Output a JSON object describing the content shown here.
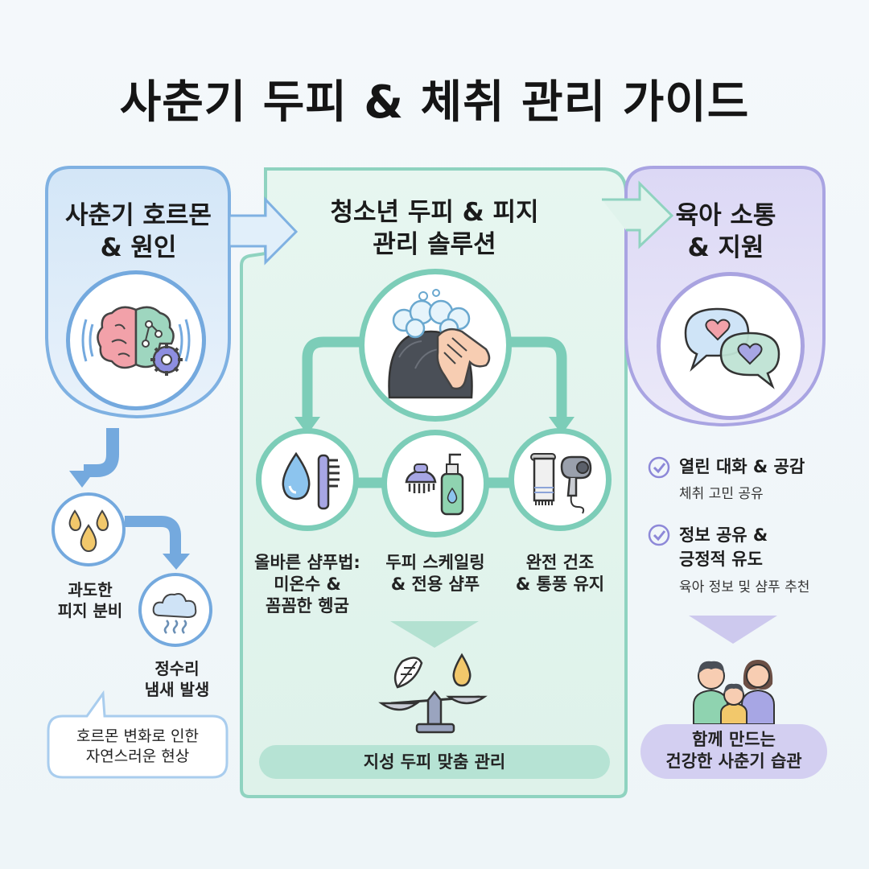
{
  "title": "사춘기 두피 & 체취 관리 가이드",
  "left_panel": {
    "title_lines": [
      "사춘기 호르몬",
      "& 원인"
    ],
    "icon": "brain-gear-icon",
    "effects": [
      {
        "lines": [
          "과도한",
          "피지 분비"
        ],
        "icon": "oil-drops-icon"
      },
      {
        "lines": [
          "정수리",
          "냄새 발생"
        ],
        "icon": "odor-cloud-icon"
      }
    ],
    "note_lines": [
      "호르몬 변화로 인한",
      "자연스러운 현상"
    ]
  },
  "middle_panel": {
    "title_lines": [
      "청소년 두피 & 피지",
      "관리 솔루션"
    ],
    "icon": "shampoo-wash-icon",
    "steps": [
      {
        "lines": [
          "올바른 샴푸법:",
          "미온수 &",
          "꼼꼼한 헹굼"
        ],
        "icon": "water-comb-icon"
      },
      {
        "lines": [
          "두피 스케일링",
          "& 전용 샴푸"
        ],
        "icon": "scalp-brush-shampoo-icon"
      },
      {
        "lines": [
          "완전 건조",
          "& 통풍 유지"
        ],
        "icon": "towel-dryer-icon"
      }
    ],
    "balance_icon": "balance-scale-icon",
    "footer": "지성 두피 맞춤 관리"
  },
  "right_panel": {
    "title_lines": [
      "육아 소통",
      "& 지원"
    ],
    "icon": "heart-chat-bubbles-icon",
    "checklist": [
      {
        "title_lines": [
          "열린 대화 & 공감"
        ],
        "sub": "체취 고민 공유"
      },
      {
        "title_lines": [
          "정보 공유 &",
          "긍정적 유도"
        ],
        "sub": "육아 정보 및 샴푸 추천"
      }
    ],
    "family_icon": "family-icon",
    "footer_lines": [
      "함께 만드는",
      "건강한 사춘기 습관"
    ]
  },
  "colors": {
    "blue": "#74a9de",
    "teal": "#7ccdb8",
    "purple": "#a9a3e0",
    "blue_fill": "#dcebf8",
    "teal_fill": "#e3f4ee",
    "purple_fill": "#e6e3f6"
  }
}
